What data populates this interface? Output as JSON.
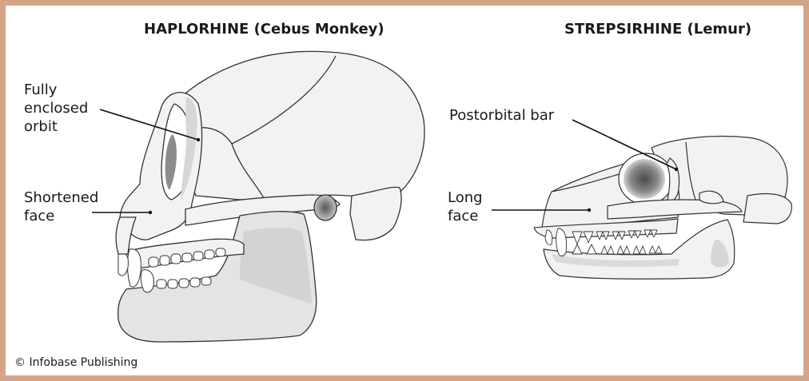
{
  "titles": {
    "haplorhine": "HAPLORHINE (Cebus Monkey)",
    "strepsirhine": "STREPSIRHINE (Lemur)"
  },
  "labels": {
    "orbit": [
      "Fully",
      "enclosed",
      "orbit"
    ],
    "face_short": [
      "Shortened",
      "face"
    ],
    "postorbital": "Postorbital bar",
    "face_long": [
      "Long",
      "face"
    ]
  },
  "credit": "© Infobase Publishing",
  "colors": {
    "border": "#d4a489",
    "bone": "#f2f2f2",
    "shade": "#d6d6d6",
    "dark": "#555555",
    "outline": "#333333"
  }
}
